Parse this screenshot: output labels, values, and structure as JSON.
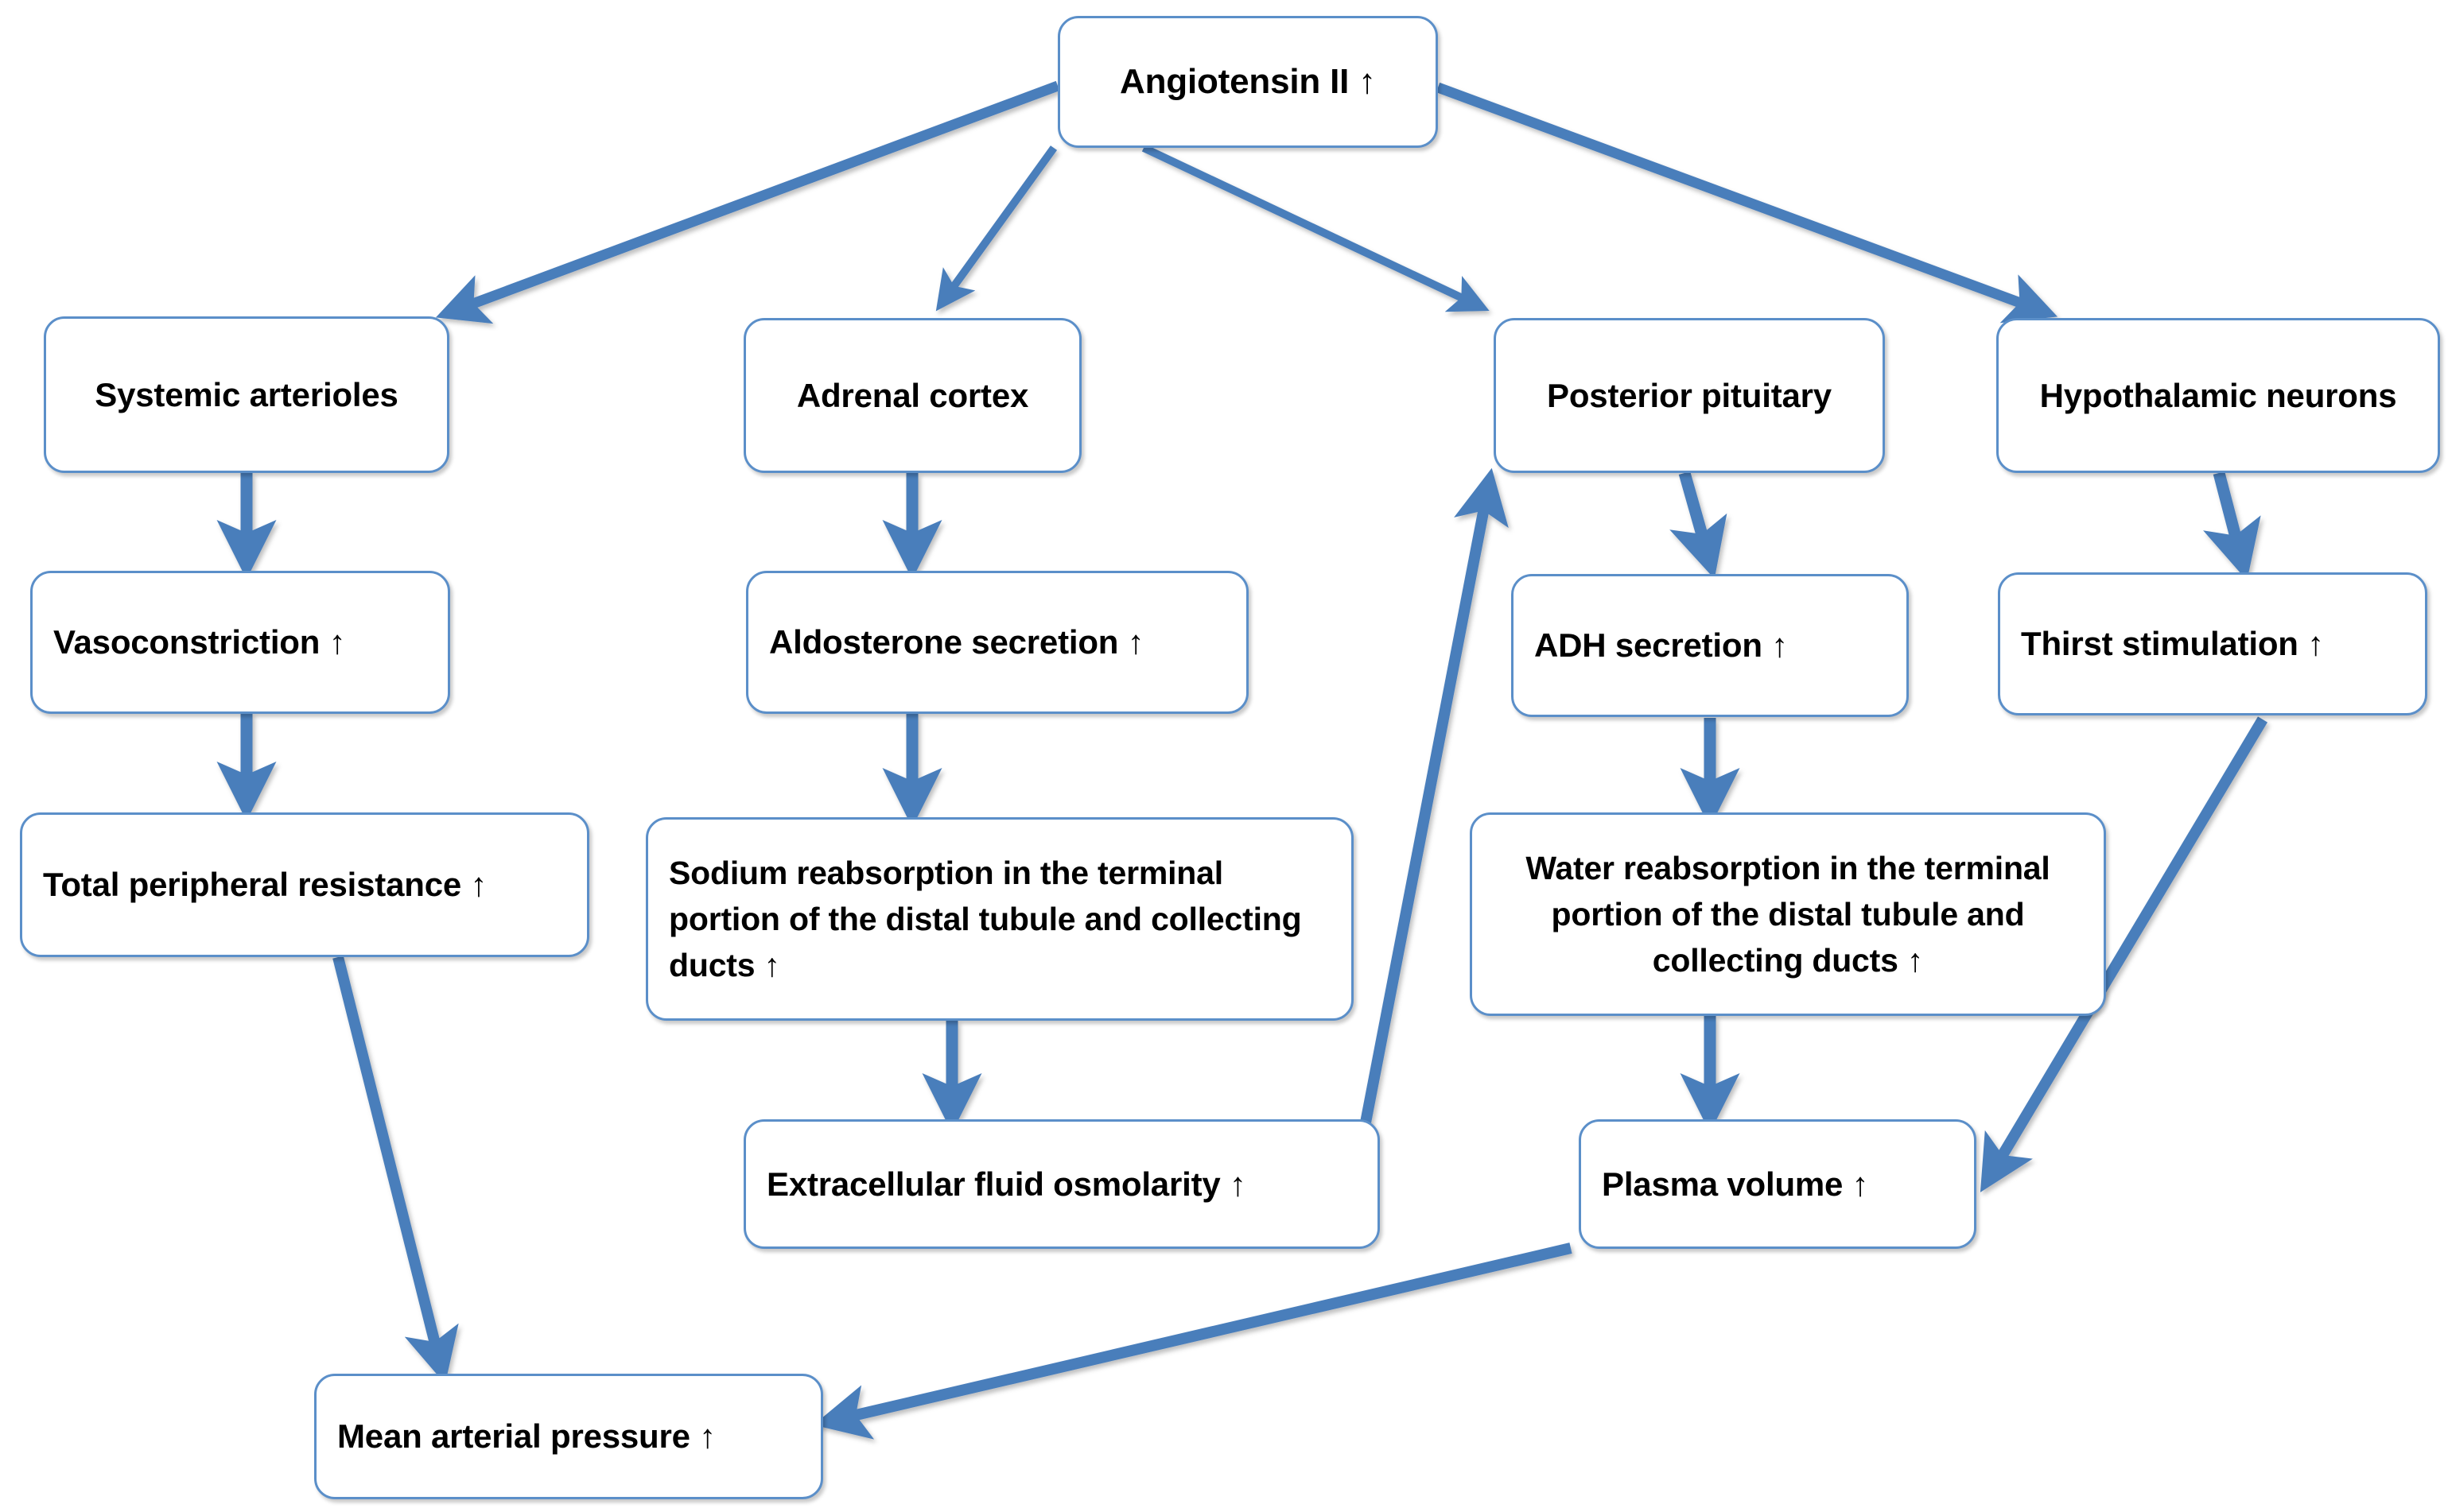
{
  "diagram": {
    "title": "Angiotensin II physiological effects flowchart",
    "colors": {
      "node_border": "#5b8fc9",
      "node_fill": "#ffffff",
      "arrow": "#4a7ebb",
      "text": "#000000"
    },
    "up_arrow_glyph": "↑",
    "nodes": [
      {
        "id": "angiotensin",
        "label": "Angiotensin II ↑"
      },
      {
        "id": "arterioles",
        "label": "Systemic arterioles"
      },
      {
        "id": "adrenal",
        "label": "Adrenal cortex"
      },
      {
        "id": "pituitary",
        "label": "Posterior pituitary"
      },
      {
        "id": "hypothalamus",
        "label": "Hypothalamic neurons"
      },
      {
        "id": "vasocon",
        "label": "Vasoconstriction ↑"
      },
      {
        "id": "aldosterone",
        "label": "Aldosterone secretion ↑"
      },
      {
        "id": "adh",
        "label": "ADH secretion ↑"
      },
      {
        "id": "thirst",
        "label": "Thirst stimulation ↑"
      },
      {
        "id": "tpr",
        "label": "Total peripheral resistance ↑"
      },
      {
        "id": "sodium",
        "label": "Sodium reabsorption in the terminal portion of the distal tubule and collecting ducts ↑"
      },
      {
        "id": "water",
        "label": "Water reabsorption in the terminal portion of the distal tubule and collecting ducts ↑"
      },
      {
        "id": "ecf",
        "label": "Extracellular fluid osmolarity ↑"
      },
      {
        "id": "plasma",
        "label": "Plasma volume ↑"
      },
      {
        "id": "map",
        "label": "Mean arterial pressure ↑"
      }
    ],
    "edges": [
      {
        "from": "angiotensin",
        "to": "arterioles"
      },
      {
        "from": "angiotensin",
        "to": "adrenal"
      },
      {
        "from": "angiotensin",
        "to": "pituitary"
      },
      {
        "from": "angiotensin",
        "to": "hypothalamus"
      },
      {
        "from": "arterioles",
        "to": "vasocon"
      },
      {
        "from": "vasocon",
        "to": "tpr"
      },
      {
        "from": "adrenal",
        "to": "aldosterone"
      },
      {
        "from": "aldosterone",
        "to": "sodium"
      },
      {
        "from": "sodium",
        "to": "ecf"
      },
      {
        "from": "pituitary",
        "to": "adh"
      },
      {
        "from": "adh",
        "to": "water"
      },
      {
        "from": "water",
        "to": "plasma"
      },
      {
        "from": "hypothalamus",
        "to": "thirst"
      },
      {
        "from": "ecf",
        "to": "pituitary"
      },
      {
        "from": "thirst",
        "to": "plasma"
      },
      {
        "from": "tpr",
        "to": "map"
      },
      {
        "from": "plasma",
        "to": "map"
      }
    ]
  }
}
